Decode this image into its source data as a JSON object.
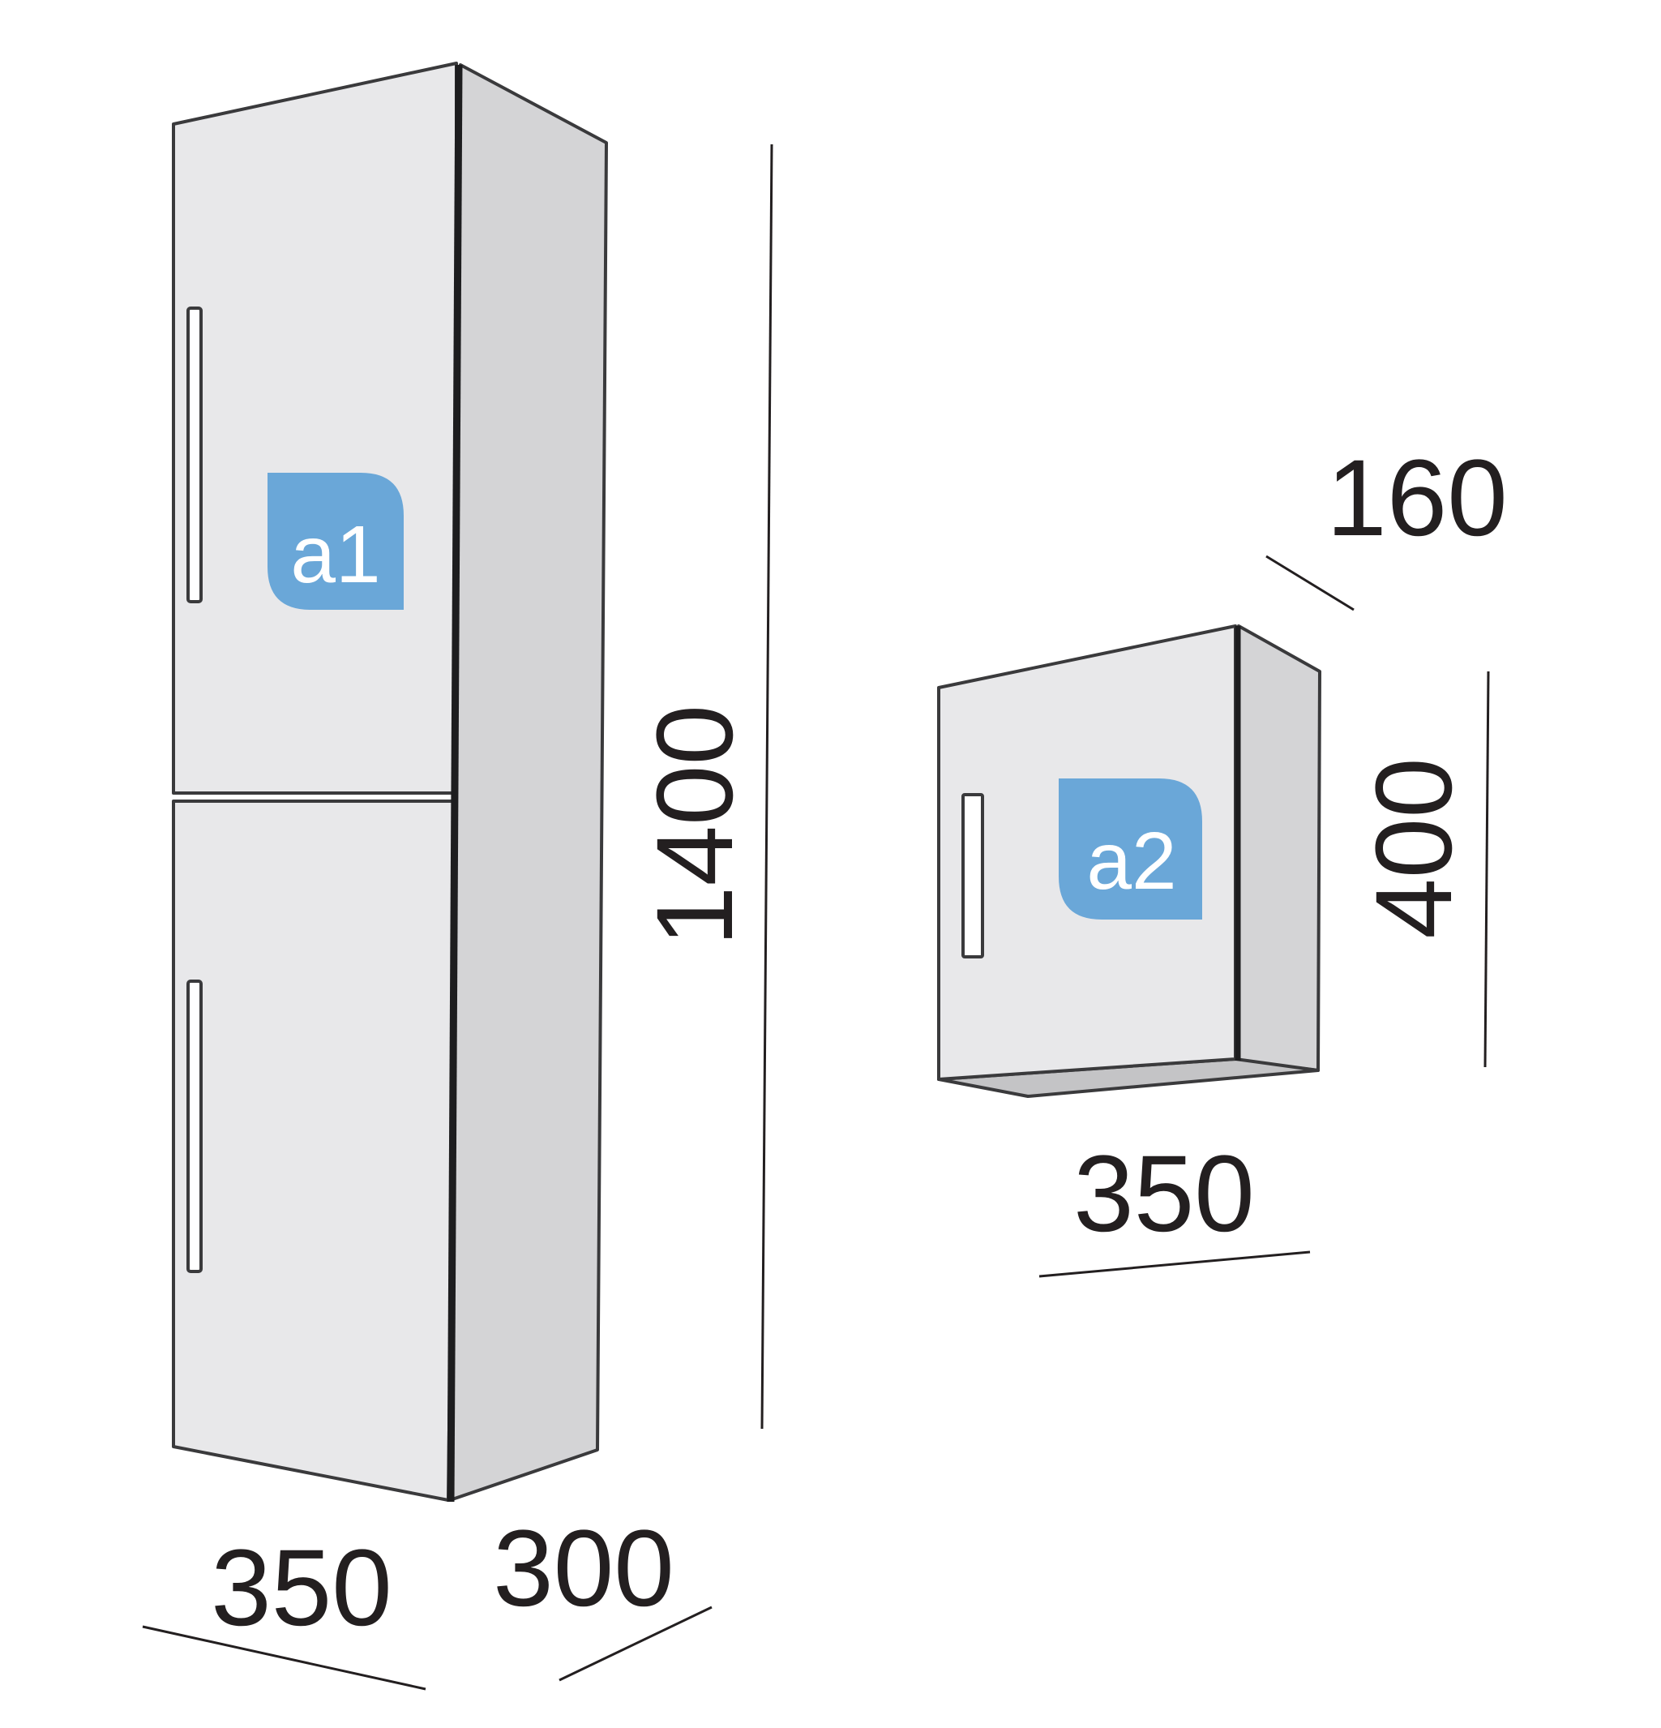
{
  "tall_cabinet": {
    "label": "a1",
    "height": "1400",
    "width": "350",
    "depth": "300"
  },
  "wall_cabinet": {
    "label": "a2",
    "height": "400",
    "width": "350",
    "depth": "160"
  },
  "colors": {
    "front": "#e8e8ea",
    "side": "#d4d4d6",
    "bottom": "#c4c4c6",
    "edge": "#3a3a3c",
    "dark_edge": "#1d1d1f",
    "badge": "#6aa7d8",
    "dimension_text": "#231f20",
    "dimension_line": "#231f20"
  }
}
